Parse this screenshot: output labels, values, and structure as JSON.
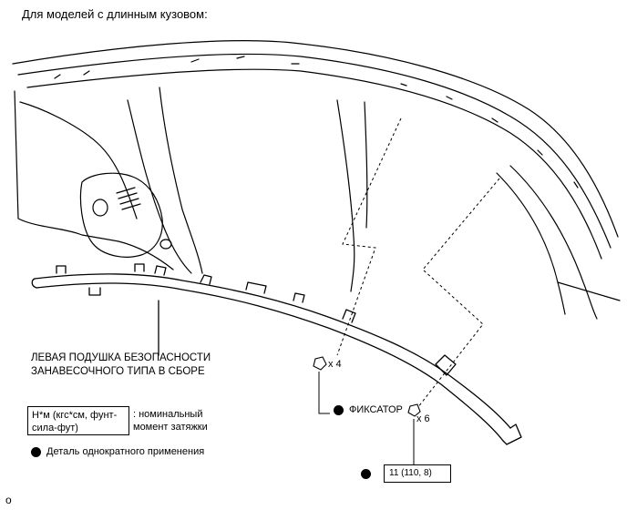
{
  "heading": "Для моделей с длинным кузовом:",
  "airbag_label": {
    "line1": "ЛЕВАЯ ПОДУШКА БЕЗОПАСНОСТИ",
    "line2": "ЗАНАВЕСОЧНОГО ТИПА В СБОРЕ"
  },
  "clip_label": "ФИКСАТОР",
  "quantities": {
    "upper_clips": "x 4",
    "lower_bolts": "x 6"
  },
  "torque_value": "11 (110, 8)",
  "legend": {
    "box_text": "Н*м (кгс*см, фунт-сила-фут)",
    "box_description": ": номинальный момент затяжки",
    "dot_description": "Деталь однократного применения"
  },
  "corner_code": "o"
}
